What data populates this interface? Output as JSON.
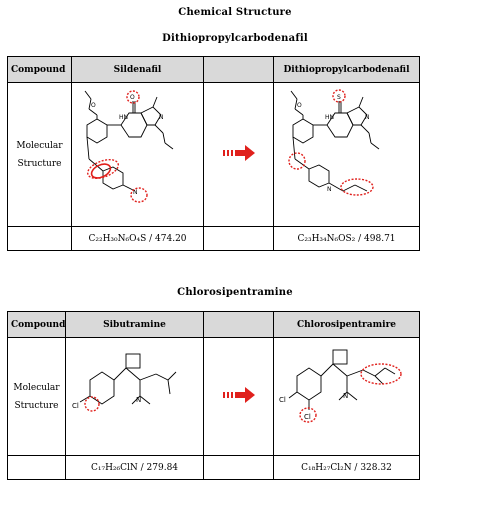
{
  "titles": {
    "chemical_structure": "Chemical Structure",
    "section1": "Dithiopropylcarbodenafil",
    "section2": "Chlorosipentramine"
  },
  "table1": {
    "header": [
      "Compound",
      "Sildenafil",
      "",
      "Dithiopropylcarbodenafil"
    ],
    "row_label_line1": "Molecular",
    "row_label_line2": "Structure",
    "formula_left": "C₂₂H₃₀N₆O₄S / 474.20",
    "formula_right": "C₂₃H₃₄N₆OS₂ / 498.71"
  },
  "table2": {
    "header": [
      "Compound",
      "Sibutramine",
      "",
      "Chlorosipentramire"
    ],
    "row_label_line1": "Molecular",
    "row_label_line2": "Structure",
    "formula_left": "C₁₇H₂₆ClN / 279.84",
    "formula_right": "C₁₈H₂₇Cl₂N / 328.32"
  },
  "atom_labels": {
    "O": "O",
    "N": "N",
    "HN": "HN",
    "S": "S",
    "Cl": "Cl",
    "O2": "O"
  },
  "colors": {
    "highlight": "#e0201c",
    "arrow": "#e0201c",
    "header_bg": "#d9d9d9"
  }
}
